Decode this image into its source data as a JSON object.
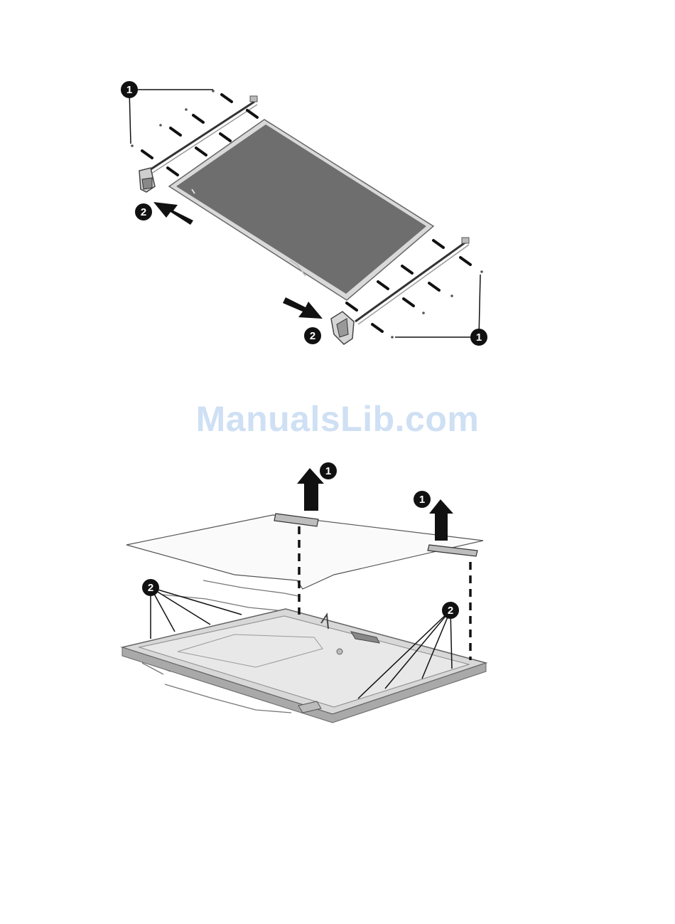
{
  "watermark": {
    "text": "ManualsLib.com",
    "color": "#cfe0f4"
  },
  "figure1": {
    "callouts": [
      "1",
      "1",
      "2",
      "2"
    ]
  },
  "figure2": {
    "callouts": [
      "1",
      "1",
      "2",
      "2"
    ]
  },
  "colors": {
    "ink": "#111111",
    "panel_fill": "#6e6e6e",
    "panel_bezel": "#d9d9d9",
    "cover_fill": "#dcdcdc",
    "cover_inner": "#ececec"
  }
}
